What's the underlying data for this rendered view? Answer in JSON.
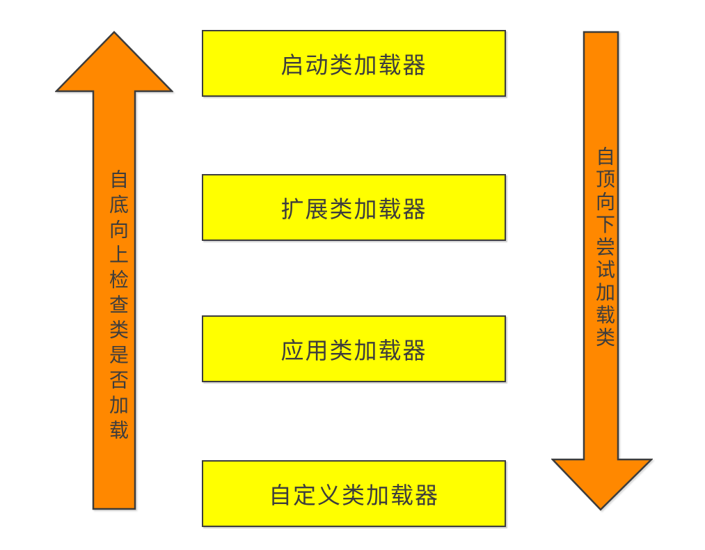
{
  "diagram": {
    "title_semantic": "classloader-parent-delegation",
    "colors": {
      "background": "#ffffff",
      "box_fill": "#ffff00",
      "arrow_fill": "#ff8800",
      "stroke": "#3c3c3c",
      "text": "#3d3d3d"
    },
    "boxes": [
      {
        "label": "启动类加载器"
      },
      {
        "label": "扩展类加载器"
      },
      {
        "label": "应用类加载器"
      },
      {
        "label": "自定义类加载器"
      }
    ],
    "left_arrow": {
      "direction": "up",
      "label": "自底向上检查类是否加载"
    },
    "right_arrow": {
      "direction": "down",
      "label": "自顶向下尝试加载类"
    }
  }
}
